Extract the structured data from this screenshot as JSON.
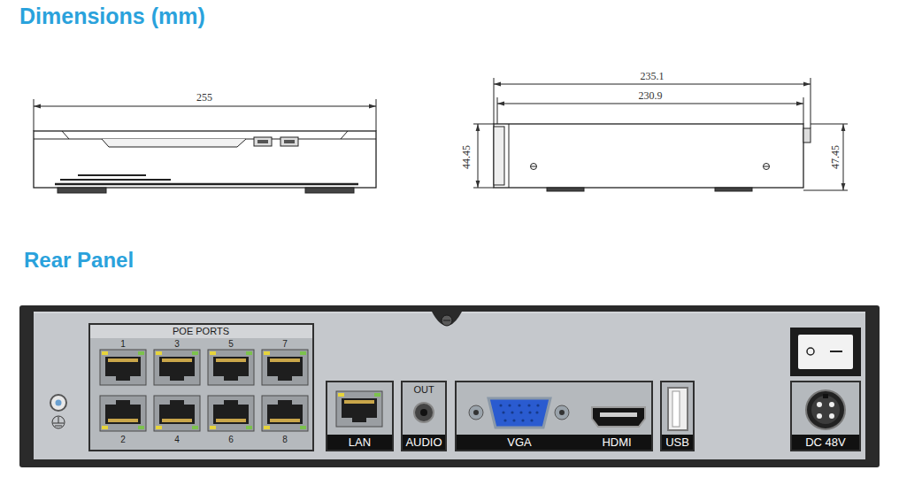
{
  "diagram": {
    "title": "Dimensions (mm)",
    "nodes": [
      {
        "text": [
          "POE PORTS",
          "1",
          "3",
          "5",
          "7",
          "2",
          "4",
          "6",
          "8"
        ]
      },
      {
        "text": [
          "LAN"
        ]
      },
      {
        "text": [
          "OUT",
          "AUDIO"
        ]
      },
      {
        "text": [
          "VGA",
          "HDMI"
        ]
      },
      {
        "text": [
          "USB"
        ]
      },
      {
        "text": [
          "DC 48V"
        ]
      }
    ],
    "labels": [
      "Rear Panel",
      "255",
      "235.1",
      "230.9",
      "44.45",
      "47.45"
    ]
  }
}
